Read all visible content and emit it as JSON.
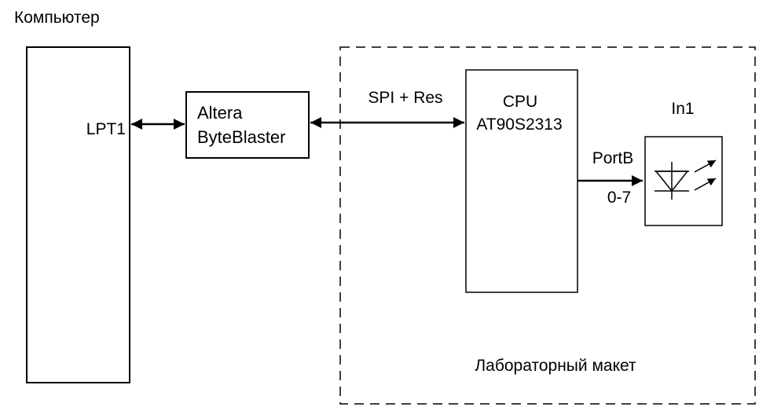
{
  "computer": {
    "title": "Компьютер",
    "port": "LPT1"
  },
  "byteblaster": {
    "line1": "Altera",
    "line2": "ByteBlaster"
  },
  "link": {
    "label": "SPI + Res"
  },
  "lab": {
    "title": "Лабораторный макет"
  },
  "cpu": {
    "line1": "CPU",
    "line2": "AT90S2313"
  },
  "port": {
    "name": "PortB",
    "bits": "0-7"
  },
  "led": {
    "name": "In1"
  }
}
